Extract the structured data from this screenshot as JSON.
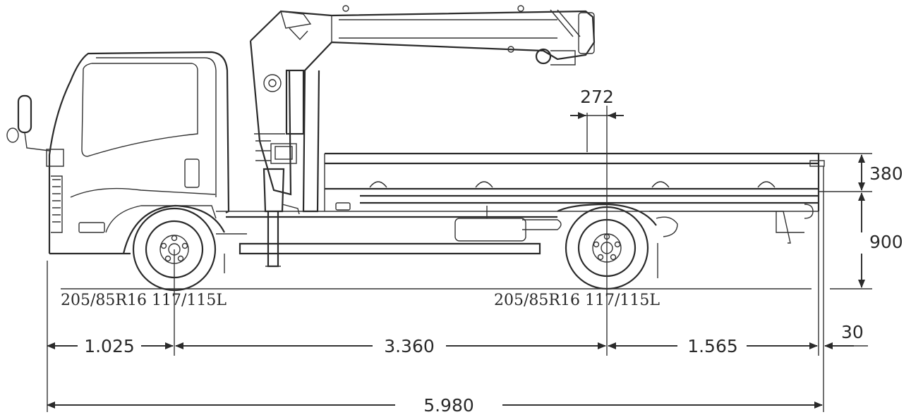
{
  "tires": {
    "front": "205/85R16 117/115L",
    "rear": "205/85R16 117/115L"
  },
  "dimensions": {
    "front_overhang": "1.025",
    "wheelbase": "3.360",
    "rear_overhang": "1.565",
    "rear_extension": "30",
    "overall_length": "5.980",
    "rear_axle_offset": "272",
    "side_height": "380",
    "floor_height": "900"
  },
  "colors": {
    "line": "#2a2a2a",
    "background": "#ffffff"
  }
}
